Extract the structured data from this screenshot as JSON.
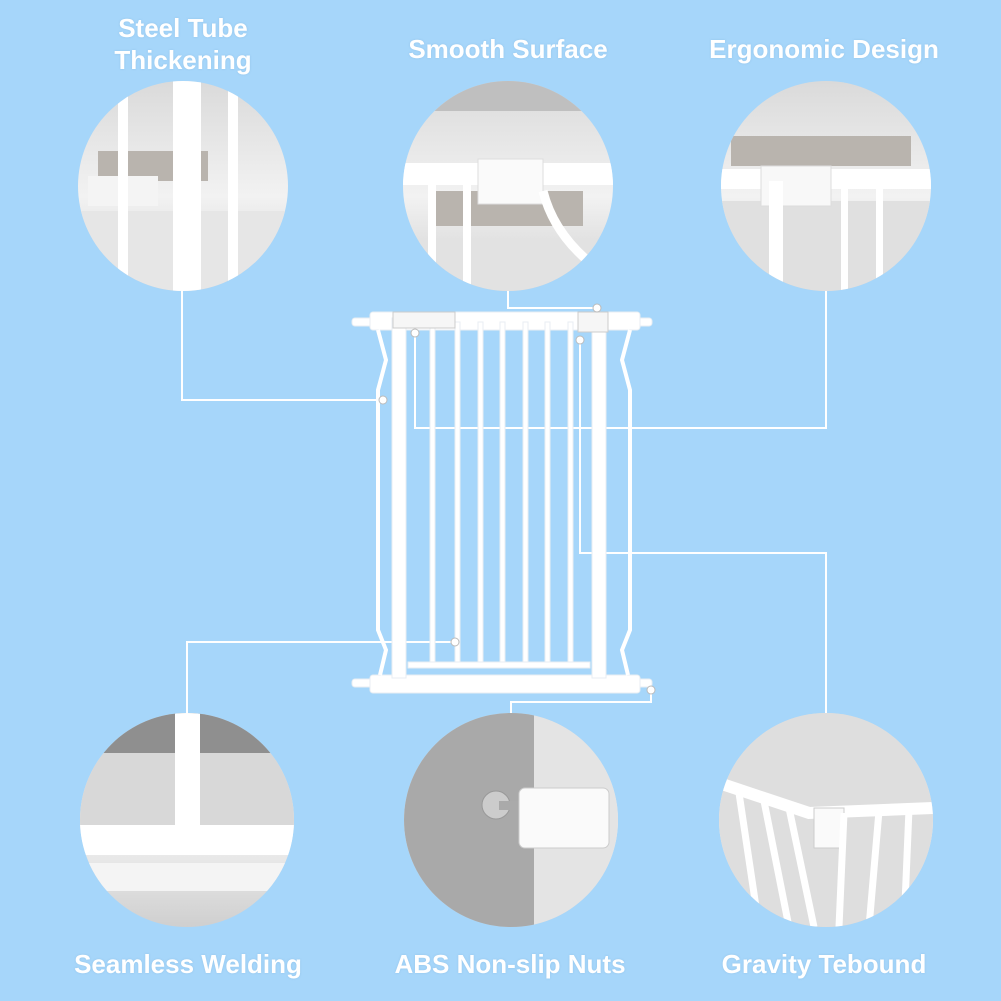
{
  "features": [
    {
      "line1": "Steel Tube",
      "line2": "Thickening"
    },
    {
      "line1": "Smooth Surface"
    },
    {
      "line1": "Ergonomic Design"
    },
    {
      "line1": "Seamless Welding"
    },
    {
      "line1": "ABS Non-slip Nuts"
    },
    {
      "line1": "Gravity Tebound"
    }
  ],
  "colors": {
    "background": "#a6d6fa",
    "text": "#ffffff",
    "gate": "#ffffff"
  }
}
